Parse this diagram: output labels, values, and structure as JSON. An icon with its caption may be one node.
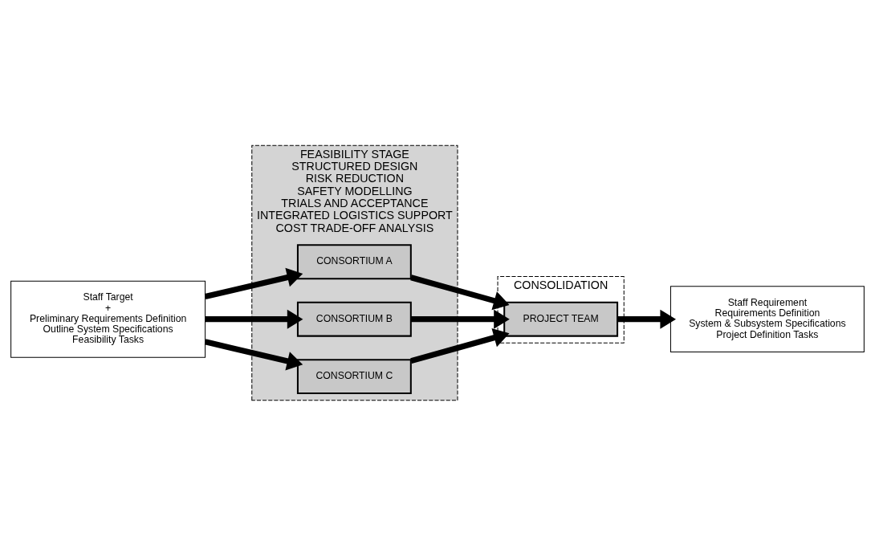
{
  "diagram": {
    "nodes": [
      {
        "text": [
          "Staff Target",
          "+",
          "Preliminary Requirements Definition",
          "Outline System Specifications",
          "Feasibility Tasks"
        ]
      },
      {
        "text": [
          "FEASIBILITY STAGE",
          "STRUCTURED DESIGN",
          "RISK REDUCTION",
          "SAFETY MODELLING",
          "TRIALS AND ACCEPTANCE",
          "INTEGRATED LOGISTICS SUPPORT",
          "COST TRADE-OFF ANALYSIS"
        ]
      },
      {
        "text": [
          "CONSORTIUM A"
        ],
        "in": 1
      },
      {
        "text": [
          "CONSORTIUM B"
        ],
        "in": 1
      },
      {
        "text": [
          "CONSORTIUM C"
        ],
        "in": 1
      },
      {
        "text": [
          "CONSOLIDATION"
        ]
      },
      {
        "text": [
          "PROJECT TEAM"
        ],
        "in": 5
      },
      {
        "text": [
          "Staff Requirement",
          "Requirements Definition",
          "System & Subsystem Specifications",
          "Project Definition Tasks"
        ]
      }
    ],
    "edges": [
      {
        "from": 0,
        "to": 2,
        "arrow": "to"
      },
      {
        "from": 0,
        "to": 3,
        "arrow": "to"
      },
      {
        "from": 0,
        "to": 4,
        "arrow": "to"
      },
      {
        "from": 2,
        "to": 6,
        "arrow": "to"
      },
      {
        "from": 3,
        "to": 6,
        "arrow": "to"
      },
      {
        "from": 4,
        "to": 6,
        "arrow": "to"
      },
      {
        "from": 6,
        "to": 7,
        "arrow": "to"
      }
    ]
  }
}
